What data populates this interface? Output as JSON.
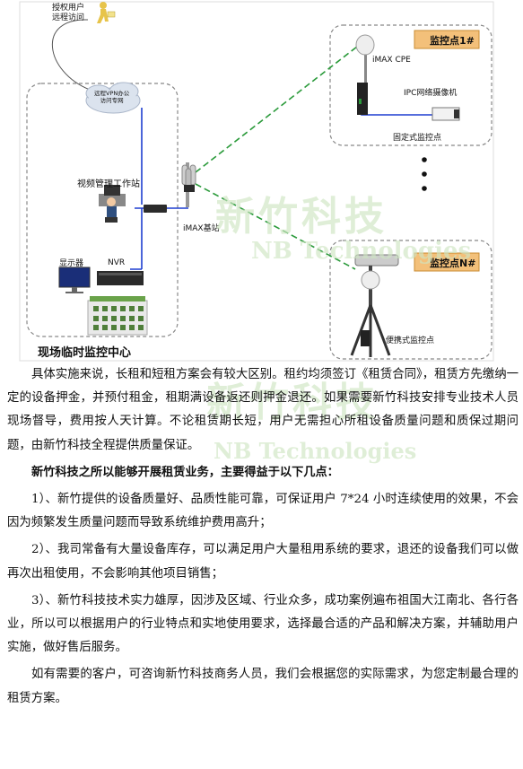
{
  "diagram": {
    "remote_user_label": "授权用户\n远程访问",
    "cloud_label": "远程VPN办公\n访问专网",
    "workstation_label": "视频管理工作站",
    "monitor_label": "显示器",
    "nvr_label": "NVR",
    "base_station_label": "iMAX基站",
    "center_title": "现场临时监控中心",
    "cpe_label": "iMAX CPE",
    "ipc_label": "IPC网络摄像机",
    "fixed_point_label": "固定式监控点",
    "point1_badge": "监控点1#",
    "pointN_badge": "监控点N#",
    "portable_point_label": "便携式监控点",
    "watermark_cn": "新竹科技",
    "watermark_en": "NB Technologies"
  },
  "paragraphs": [
    "具体实施来说，长租和短租方案会有较大区别。租约均须签订《租赁合同》，租赁方先缴纳一定的设备押金，并预付租金，租期满设备返还则押金退还。如果需要新竹科技安排专业技术人员现场督导，费用按人天计算。不论租赁期长短，用户无需担心所租设备质量问题和质保过期问题，由新竹科技全程提供质量保证。",
    "新竹科技之所以能够开展租赁业务，主要得益于以下几点：",
    "1）、新竹提供的设备质量好、品质性能可靠，可保证用户 7*24 小时连续使用的效果，不会因为频繁发生质量问题而导致系统维护费用高升；",
    "2）、我司常备有大量设备库存，可以满足用户大量租用系统的要求，退还的设备我们可以做再次出租使用，不会影响其他项目销售；",
    "3）、新竹科技技术实力雄厚，因涉及区域、行业众多，成功案例遍布祖国大江南北、各行各业，所以可以根据用户的行业特点和实地使用要求，选择最合适的产品和解决方案，并辅助用户实施，做好售后服务。",
    "如有需要的客户，可咨询新竹科技商务人员，我们会根据您的实际需求，为您定制最合理的租赁方案。"
  ],
  "colors": {
    "link_blue": "#1f3fd0",
    "wireless_green": "#2a9a3a",
    "badge_orange": "#f3c07a",
    "watermark_green": "#cfe6c3"
  }
}
